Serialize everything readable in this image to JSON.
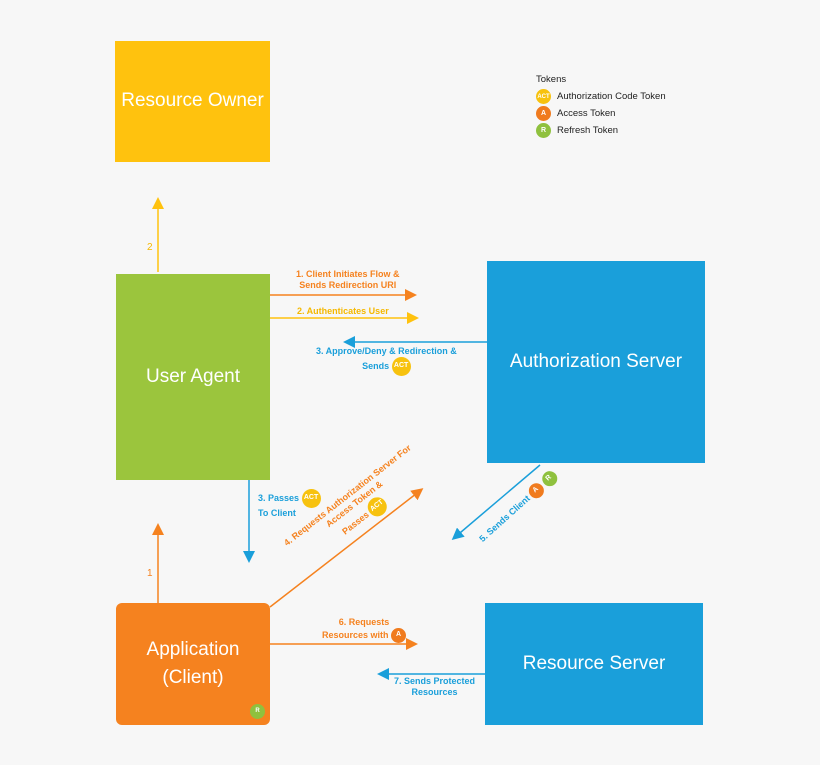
{
  "boxes": {
    "resource_owner": "Resource Owner",
    "user_agent": "User Agent",
    "authorization_server": "Authorization Server",
    "application_line1": "Application",
    "application_line2": "(Client)",
    "resource_server": "Resource Server"
  },
  "legend": {
    "title": "Tokens",
    "items": [
      {
        "badge": "ACT",
        "label": "Authorization Code Token",
        "color": "#f7c20f"
      },
      {
        "badge": "A",
        "label": "Access Token",
        "color": "#f07b1e"
      },
      {
        "badge": "R",
        "label": "Refresh Token",
        "color": "#8fc13e"
      }
    ]
  },
  "flows": {
    "step1_line1": "1. Client Initiates Flow &",
    "step1_line2": "Sends Redirection URI",
    "step2": "2. Authenticates User",
    "step3_line1": "3. Approve/Deny & Redirection &",
    "step3_line2": "Sends",
    "step3b_line1": "3. Passes",
    "step3b_line2": "To Client",
    "step4_line1": "4. Requests Authorization Server For",
    "step4_line2": "Access Token &",
    "step4_line3": "Passes",
    "step5": "5. Sends Client",
    "step6_line1": "6. Requests",
    "step6_line2": "Resources with",
    "step7_line1": "7. Sends Protected",
    "step7_line2": "Resources",
    "num_1": "1",
    "num_2": "2"
  },
  "badges": {
    "act": "ACT",
    "a": "A",
    "r": "R"
  },
  "colors": {
    "orange": "#f5821f",
    "yellow": "#ffc20e",
    "green": "#9bc53d",
    "blue": "#1a9fda"
  }
}
